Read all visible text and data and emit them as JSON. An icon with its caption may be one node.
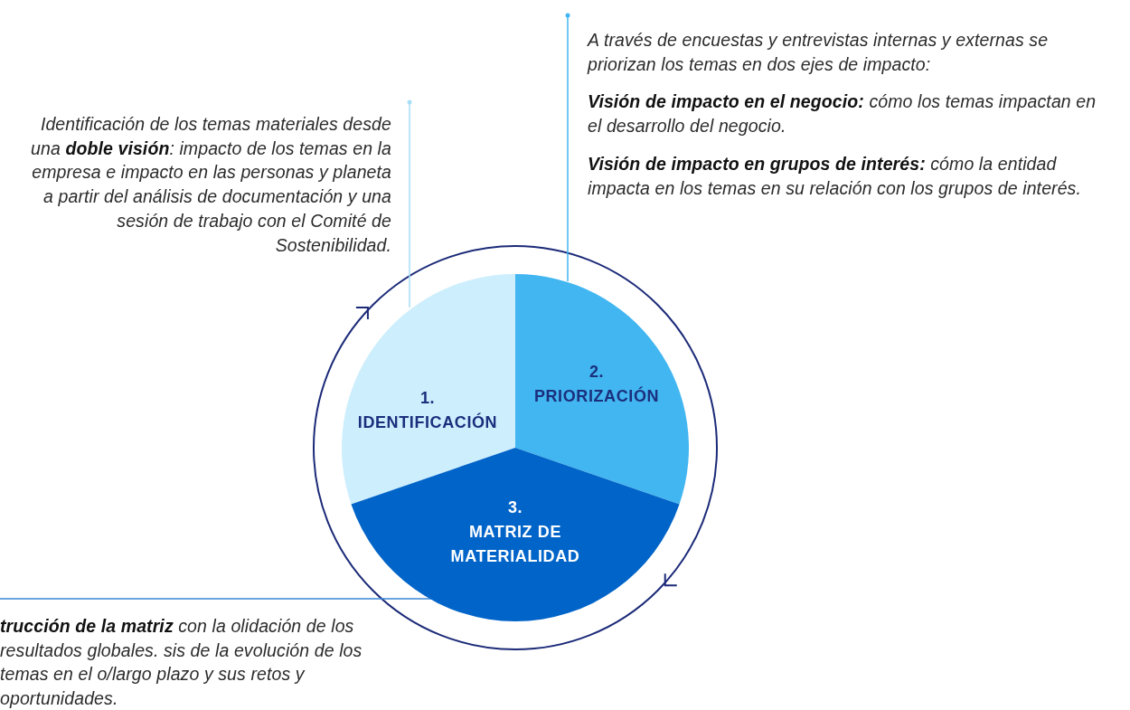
{
  "diagram": {
    "nodes": [
      {
        "text": [
          "Identificación de los temas materiales desde una **doble visión**: impacto de los temas en la empresa e impacto en las personas y planeta a partir del análisis de documentación y una sesión de trabajo con el Comité de Sostenibilidad."
        ]
      },
      {
        "text": [
          "A través de encuestas y entrevistas internas y externas se priorizan los temas en dos ejes de impacto:",
          "**Visión de impacto en el negocio:** cómo los temas impactan en el desarrollo del negocio.",
          "**Visión de impacto en grupos de interés:** cómo la entidad impacta en los temas en su relación con los grupos de interés."
        ]
      },
      {
        "text": [
          "**trucción de la matriz** con la olidación de los resultados globales. sis de la evolución de los temas en el o/largo plazo y sus retos y oportunidades."
        ]
      },
      {
        "text": [
          "1.",
          "IDENTIFICACIÓN"
        ]
      },
      {
        "text": [
          "2.",
          "PRIORIZACIÓN"
        ]
      },
      {
        "text": [
          "3.",
          "MATRIZ DE MATERIALIDAD"
        ]
      }
    ],
    "edges": [
      {
        "from": 0,
        "to": 3,
        "arrow": "other",
        "color": "#a9def7"
      },
      {
        "from": 1,
        "to": 4,
        "arrow": "other",
        "color": "#42b6f0"
      },
      {
        "from": 2,
        "to": 5,
        "arrow": "none",
        "color": "#3a86d6"
      }
    ]
  }
}
